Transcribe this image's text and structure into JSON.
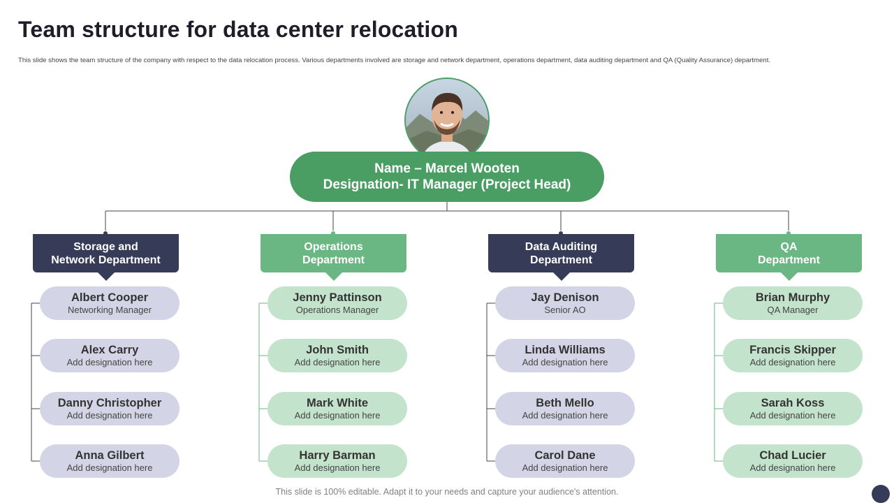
{
  "title": "Team structure for data center relocation",
  "subtitle": "This slide shows the team structure of the company with respect to the data relocation process. Various departments involved are storage and network department, operations department,  data auditing department and QA (Quality Assurance) department.",
  "head": {
    "name_line": "Name – Marcel Wooten",
    "designation_line": "Designation- IT Manager (Project Head)"
  },
  "departments": [
    {
      "line1": "Storage and",
      "line2": "Network Department",
      "color": "#363b58",
      "members": [
        {
          "name": "Albert Cooper",
          "designation": "Networking Manager"
        },
        {
          "name": "Alex Carry",
          "designation": "Add designation here"
        },
        {
          "name": "Danny Christopher",
          "designation": "Add designation here"
        },
        {
          "name": "Anna Gilbert",
          "designation": "Add designation here"
        }
      ]
    },
    {
      "line1": "Operations",
      "line2": "Department",
      "color": "#6ab784",
      "members": [
        {
          "name": "Jenny Pattinson",
          "designation": "Operations Manager"
        },
        {
          "name": "John Smith",
          "designation": "Add designation here"
        },
        {
          "name": "Mark White",
          "designation": "Add designation here"
        },
        {
          "name": "Harry Barman",
          "designation": "Add designation here"
        }
      ]
    },
    {
      "line1": "Data Auditing",
      "line2": "Department",
      "color": "#363b58",
      "members": [
        {
          "name": "Jay Denison",
          "designation": "Senior AO"
        },
        {
          "name": "Linda Williams",
          "designation": "Add designation here"
        },
        {
          "name": "Beth Mello",
          "designation": "Add designation here"
        },
        {
          "name": "Carol Dane",
          "designation": "Add designation here"
        }
      ]
    },
    {
      "line1": "QA",
      "line2": "Department",
      "color": "#6ab784",
      "members": [
        {
          "name": "Brian Murphy",
          "designation": "QA Manager"
        },
        {
          "name": "Francis Skipper",
          "designation": "Add designation here"
        },
        {
          "name": "Sarah Koss",
          "designation": "Add designation here"
        },
        {
          "name": "Chad Lucier",
          "designation": "Add designation here"
        }
      ]
    }
  ],
  "footer": "This slide is 100% editable. Adapt it to your needs and capture your audience's attention.",
  "colors": {
    "head_green": "#4a9d63",
    "dark_navy": "#363b58",
    "light_green": "#6ab784",
    "lavender_pill": "#d3d5e6",
    "mint_pill": "#c4e3cc"
  }
}
